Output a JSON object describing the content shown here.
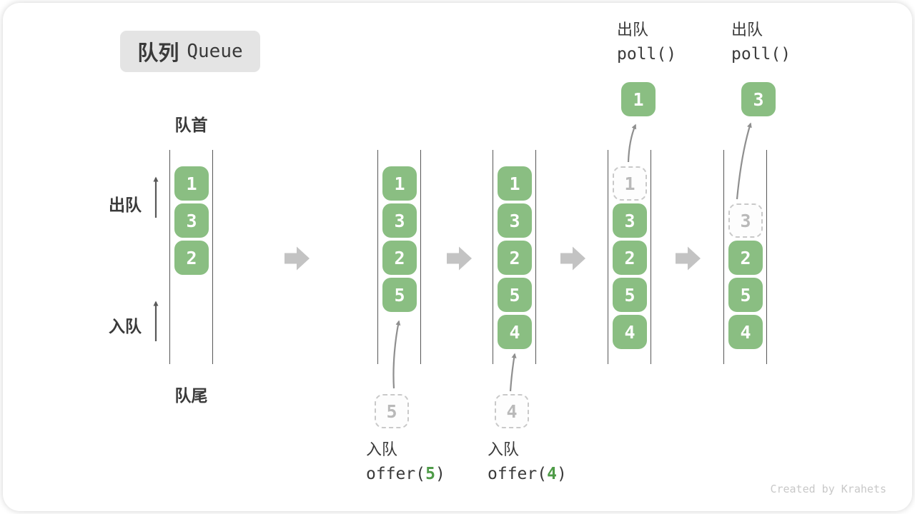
{
  "title": {
    "zh": "队列",
    "en": "Queue"
  },
  "side_labels": {
    "head": "队首",
    "tail": "队尾",
    "dequeue": "出队",
    "enqueue": "入队"
  },
  "queues": [
    {
      "cells": [
        {
          "value": "1",
          "slot": 0,
          "style": "solid"
        },
        {
          "value": "3",
          "slot": 1,
          "style": "solid"
        },
        {
          "value": "2",
          "slot": 2,
          "style": "solid"
        }
      ]
    },
    {
      "cells": [
        {
          "value": "1",
          "slot": 0,
          "style": "solid"
        },
        {
          "value": "3",
          "slot": 1,
          "style": "solid"
        },
        {
          "value": "2",
          "slot": 2,
          "style": "solid"
        },
        {
          "value": "5",
          "slot": 3,
          "style": "solid"
        }
      ]
    },
    {
      "cells": [
        {
          "value": "1",
          "slot": 0,
          "style": "solid"
        },
        {
          "value": "3",
          "slot": 1,
          "style": "solid"
        },
        {
          "value": "2",
          "slot": 2,
          "style": "solid"
        },
        {
          "value": "5",
          "slot": 3,
          "style": "solid"
        },
        {
          "value": "4",
          "slot": 4,
          "style": "solid"
        }
      ]
    },
    {
      "cells": [
        {
          "value": "1",
          "slot": 0,
          "style": "dashed"
        },
        {
          "value": "3",
          "slot": 1,
          "style": "solid"
        },
        {
          "value": "2",
          "slot": 2,
          "style": "solid"
        },
        {
          "value": "5",
          "slot": 3,
          "style": "solid"
        },
        {
          "value": "4",
          "slot": 4,
          "style": "solid"
        }
      ]
    },
    {
      "cells": [
        {
          "value": "3",
          "slot": 1,
          "style": "dashed"
        },
        {
          "value": "2",
          "slot": 2,
          "style": "solid"
        },
        {
          "value": "5",
          "slot": 3,
          "style": "solid"
        },
        {
          "value": "4",
          "slot": 4,
          "style": "solid"
        }
      ]
    }
  ],
  "enqueue_ops": [
    {
      "label": "入队",
      "code_prefix": "offer(",
      "arg": "5",
      "code_suffix": ")",
      "staged_value": "5"
    },
    {
      "label": "入队",
      "code_prefix": "offer(",
      "arg": "4",
      "code_suffix": ")",
      "staged_value": "4"
    }
  ],
  "dequeue_ops": [
    {
      "label": "出队",
      "code": "poll()",
      "popped_value": "1"
    },
    {
      "label": "出队",
      "code": "poll()",
      "popped_value": "3"
    }
  ],
  "watermark": "Created by Krahets",
  "colors": {
    "box_green": "#8abe82",
    "box_text": "#ffffff",
    "dashed_border": "#c9c9c9",
    "dashed_text": "#b9b9b9",
    "label_text": "#3a3a3a",
    "block_arrow": "#c3c3c3",
    "connector_arrow": "#8f8f8f",
    "side_arrow": "#595959",
    "title_bg": "#e4e4e4",
    "accent_green_text": "#4e9b47",
    "watermark": "#c8c8c8"
  }
}
